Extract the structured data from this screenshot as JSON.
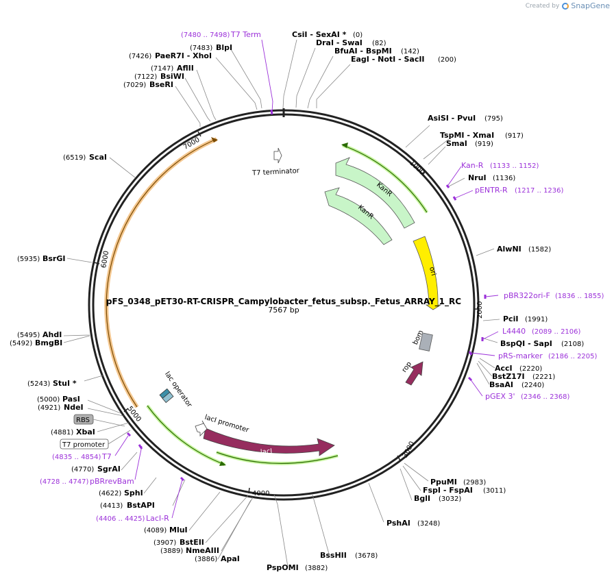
{
  "header": {
    "brand_prefix": "Created by",
    "brand_name": "SnapGene"
  },
  "plasmid": {
    "name": "pFS_0348_pET30-RT-CRISPR_Campylobacter_fetus_subsp._Fetus_ARRAY_1_RC",
    "length_label": "7567 bp",
    "length": 7567
  },
  "colors": {
    "backbone": "#222222",
    "primer": "#9b30d9",
    "kanR": "#c8f5c8",
    "ori": "#ffee00",
    "lacI": "#962d5e",
    "rop": "#962d5e",
    "f1": "#f4c790",
    "orf": "#3a7d00",
    "bom": "#aab0b8"
  },
  "ticks": [
    "1000",
    "2000",
    "3000",
    "4000",
    "5000",
    "6000",
    "7000"
  ],
  "features": {
    "t7_terminator": "T7 terminator",
    "kanR_1": "KanR",
    "kanR_2": "KanR",
    "ori": "ori",
    "bom": "bom",
    "rop": "rop",
    "lacI": "lacI",
    "lacI_promoter": "lacI promoter",
    "lac_operator": "lac operator",
    "rbs": "RBS",
    "t7_promoter": "T7 promoter"
  },
  "sites": [
    {
      "name": "CsiI  - SexAI *",
      "pos": "(0)"
    },
    {
      "name": "DraI  - SwaI",
      "pos": "(82)"
    },
    {
      "name": "BfuAI  - BspMI",
      "pos": "(142)"
    },
    {
      "name": "EagI  - NotI  - SacII",
      "pos": "(200)"
    },
    {
      "name": "BlpI",
      "pos": "(7483)"
    },
    {
      "name": "PaeR7I  - XhoI",
      "pos": "(7426)"
    },
    {
      "name": "AflII",
      "pos": "(7147)"
    },
    {
      "name": "BsiWI",
      "pos": "(7122)"
    },
    {
      "name": "BseRI",
      "pos": "(7029)"
    },
    {
      "name": "AsiSI  - PvuI",
      "pos": "(795)"
    },
    {
      "name": "TspMI  - XmaI",
      "pos": "(917)"
    },
    {
      "name": "SmaI",
      "pos": "(919)"
    },
    {
      "name": "NruI",
      "pos": "(1136)"
    },
    {
      "name": "AlwNI",
      "pos": "(1582)"
    },
    {
      "name": "PciI",
      "pos": "(1991)"
    },
    {
      "name": "BspQI  - SapI",
      "pos": "(2108)"
    },
    {
      "name": "AccI",
      "pos": "(2220)"
    },
    {
      "name": "BstZ17I",
      "pos": "(2221)"
    },
    {
      "name": "BsaAI",
      "pos": "(2240)"
    },
    {
      "name": "PpuMI",
      "pos": "(2983)"
    },
    {
      "name": "FspI  - FspAI",
      "pos": "(3011)"
    },
    {
      "name": "BglI",
      "pos": "(3032)"
    },
    {
      "name": "PshAI",
      "pos": "(3248)"
    },
    {
      "name": "BssHII",
      "pos": "(3678)"
    },
    {
      "name": "PspOMI",
      "pos": "(3882)"
    },
    {
      "name": "ApaI",
      "pos": "(3886)"
    },
    {
      "name": "NmeAIII",
      "pos": "(3889)"
    },
    {
      "name": "BstEII",
      "pos": "(3907)"
    },
    {
      "name": "MluI",
      "pos": "(4089)"
    },
    {
      "name": "BstAPI",
      "pos": "(4413)"
    },
    {
      "name": "SphI",
      "pos": "(4622)"
    },
    {
      "name": "SgrAI",
      "pos": "(4770)"
    },
    {
      "name": "XbaI",
      "pos": "(4881)"
    },
    {
      "name": "NdeI",
      "pos": "(4921)"
    },
    {
      "name": "PasI",
      "pos": "(5000)"
    },
    {
      "name": "StuI *",
      "pos": "(5243)"
    },
    {
      "name": "BmgBI",
      "pos": "(5492)"
    },
    {
      "name": "AhdI",
      "pos": "(5495)"
    },
    {
      "name": "BsrGI",
      "pos": "(5935)"
    },
    {
      "name": "ScaI",
      "pos": "(6519)"
    }
  ],
  "primers": [
    {
      "name": "T7 Term",
      "range": "(7480 .. 7498)"
    },
    {
      "name": "Kan-R",
      "range": "(1133 .. 1152)"
    },
    {
      "name": "pENTR-R",
      "range": "(1217 .. 1236)"
    },
    {
      "name": "pBR322ori-F",
      "range": "(1836 .. 1855)"
    },
    {
      "name": "L4440",
      "range": "(2089 .. 2106)"
    },
    {
      "name": "pRS-marker",
      "range": "(2186 .. 2205)"
    },
    {
      "name": "pGEX 3'",
      "range": "(2346 .. 2368)"
    },
    {
      "name": "T7",
      "range": "(4835 .. 4854)"
    },
    {
      "name": "pBRrevBam",
      "range": "(4728 .. 4747)"
    },
    {
      "name": "LacI-R",
      "range": "(4406 .. 4425)"
    }
  ]
}
